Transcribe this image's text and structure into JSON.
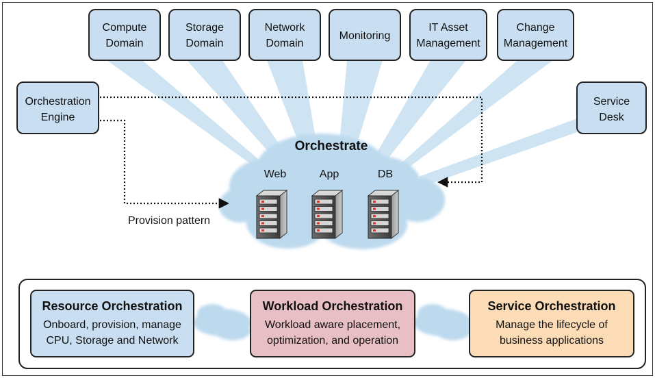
{
  "top_domains": [
    {
      "lines": [
        "Compute",
        "Domain"
      ]
    },
    {
      "lines": [
        "Storage",
        "Domain"
      ]
    },
    {
      "lines": [
        "Network",
        "Domain"
      ]
    },
    {
      "lines": [
        "Monitoring"
      ]
    },
    {
      "lines": [
        "IT Asset",
        "Management"
      ]
    },
    {
      "lines": [
        "Change",
        "Management"
      ]
    }
  ],
  "orchestration_engine": {
    "lines": [
      "Orchestration",
      "Engine"
    ]
  },
  "service_desk": {
    "lines": [
      "Service",
      "Desk"
    ]
  },
  "cloud": {
    "title": "Orchestrate",
    "servers": [
      "Web",
      "App",
      "DB"
    ]
  },
  "provision_label": "Provision pattern",
  "bottom_row": [
    {
      "title": "Resource Orchestration",
      "lines": [
        "Onboard, provision, manage",
        "CPU, Storage and Network"
      ],
      "fill": "#c9dff1"
    },
    {
      "title": "Workload Orchestration",
      "lines": [
        "Workload aware placement,",
        "optimization, and operation"
      ],
      "fill": "#e8bfc4"
    },
    {
      "title": "Service Orchestration",
      "lines": [
        "Manage the lifecycle of",
        "business applications"
      ],
      "fill": "#fbdcb6"
    }
  ],
  "colors": {
    "box_fill": "#c9dff1",
    "cloud": "#bcd9ee",
    "beam": "#b4d4ec",
    "stroke": "#222222"
  }
}
